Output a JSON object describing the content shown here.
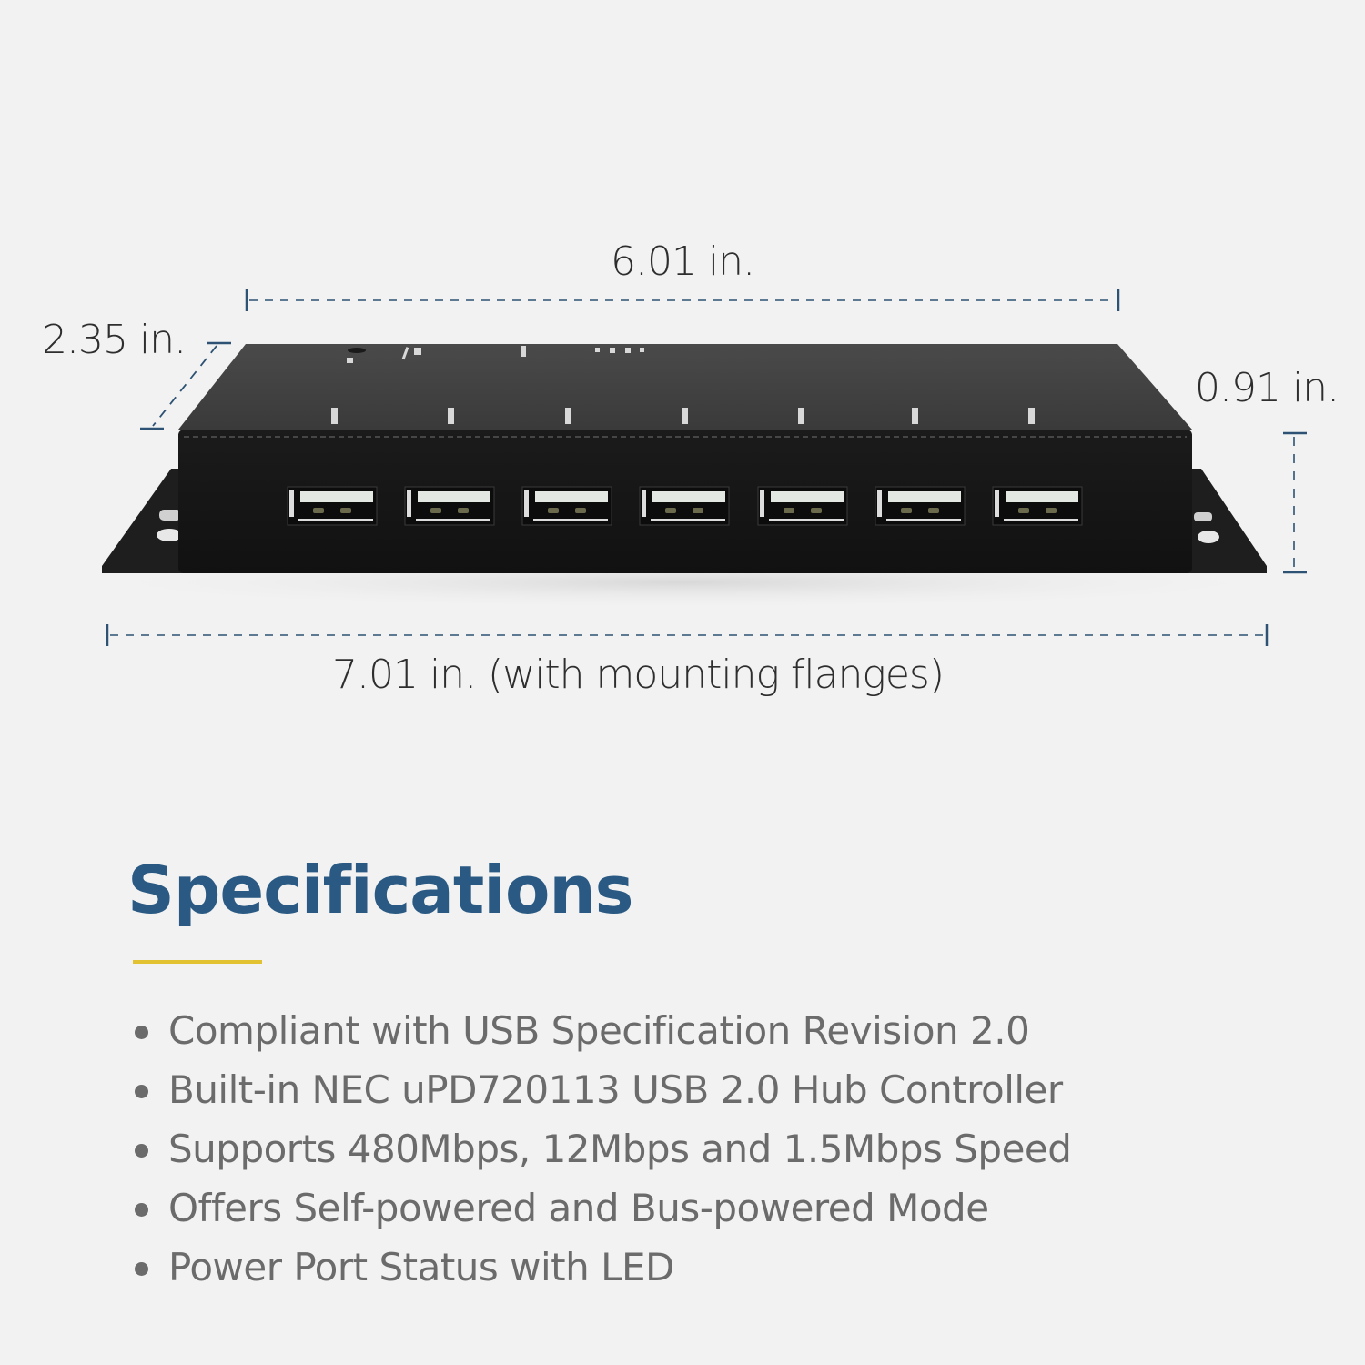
{
  "dimensions": {
    "width_label": "6.01 in.",
    "depth_label": "2.35 in.",
    "height_label": "0.91 in.",
    "length_flanges_label": "7.01 in. (with mounting flanges)"
  },
  "product": {
    "name": "7-port USB hub",
    "port_count": 7,
    "ports": [
      "usb-port-1",
      "usb-port-2",
      "usb-port-3",
      "usb-port-4",
      "usb-port-5",
      "usb-port-6",
      "usb-port-7"
    ]
  },
  "specifications": {
    "title": "Specifications",
    "items": [
      "Compliant with USB Specification Revision 2.0",
      "Built-in NEC uPD720113 USB 2.0 Hub Controller",
      "Supports 480Mbps, 12Mbps and 1.5Mbps Speed",
      "Offers Self-powered and Bus-powered Mode",
      "Power Port Status with LED"
    ]
  },
  "colors": {
    "background": "#f2f2f2",
    "title_blue": "#2a5a83",
    "accent_yellow": "#e2c230",
    "dimension_line": "#2d5273",
    "body_text": "#6b6b6b"
  }
}
